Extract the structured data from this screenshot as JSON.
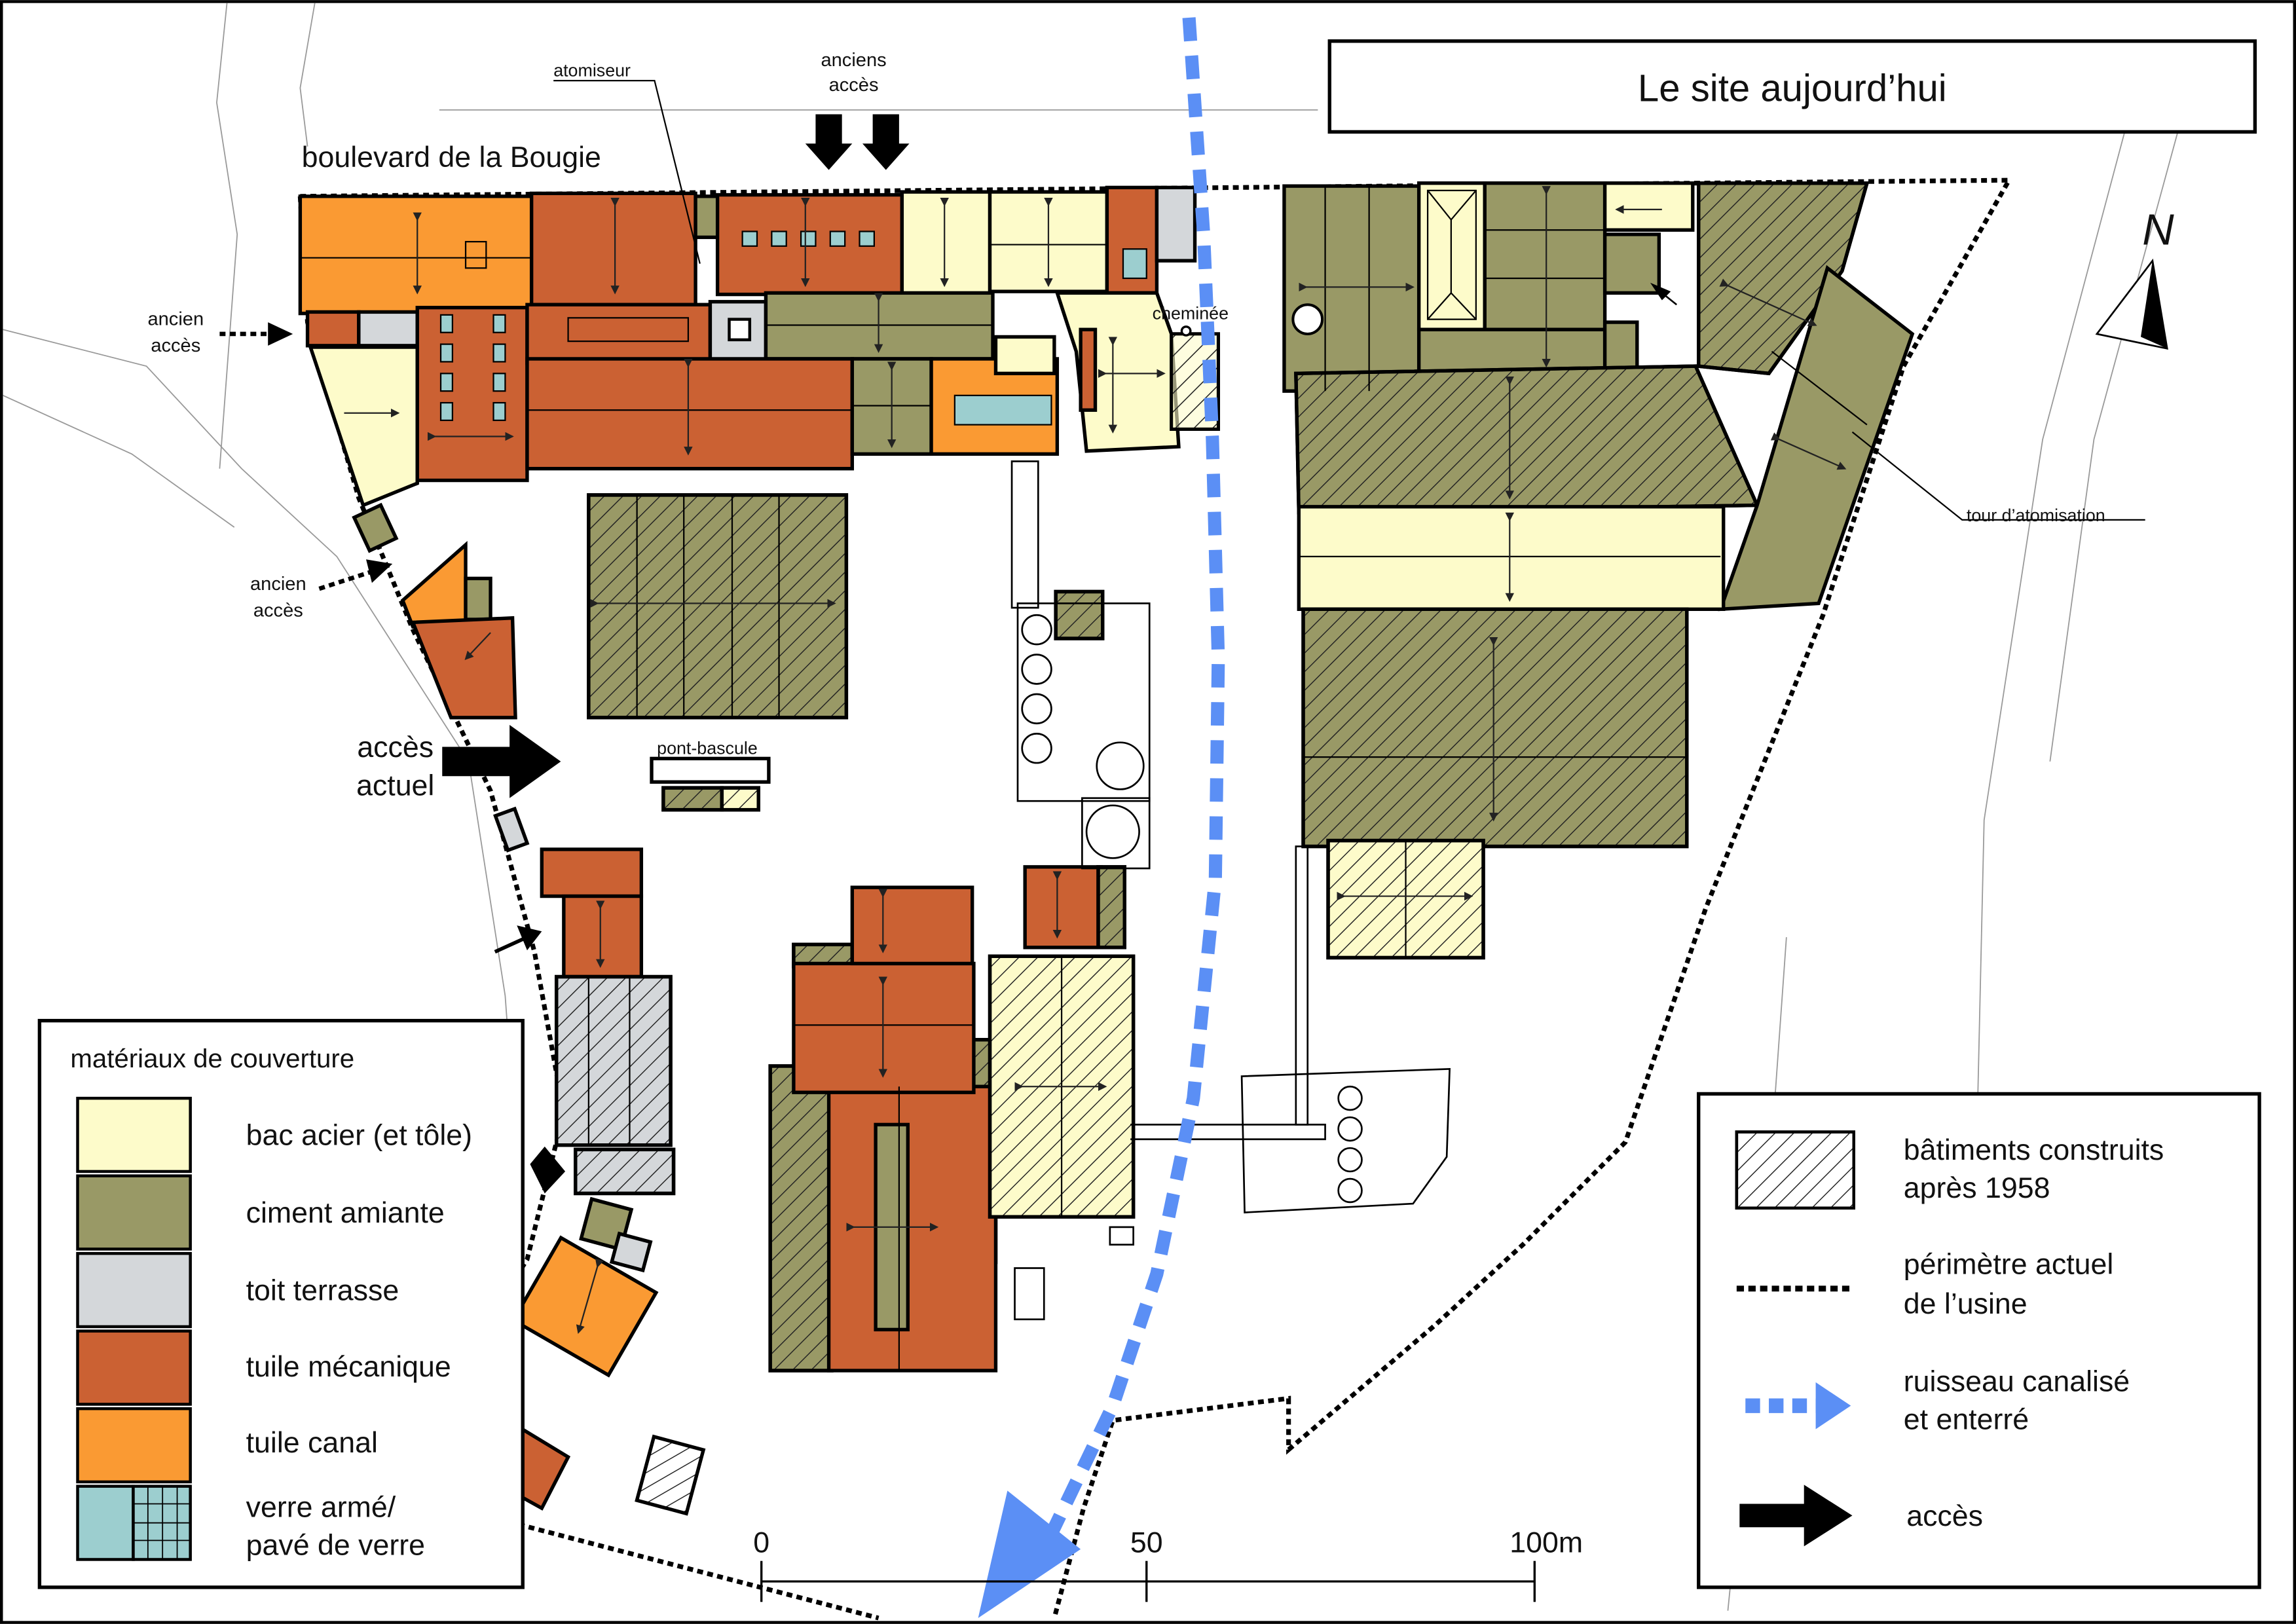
{
  "title": "Le site aujourd’hui",
  "north": "N",
  "labels": {
    "boulevard": "boulevard de la Bougie",
    "atomiseur": "atomiseur",
    "anciens_acces_1": "anciens",
    "anciens_acces_2": "accès",
    "ancien_acces_w1": "ancien",
    "ancien_acces_w2": "accès",
    "ancien_acces_sw1": "ancien",
    "ancien_acces_sw2": "accès",
    "acces_actuel_1": "accès",
    "acces_actuel_2": "actuel",
    "cheminee": "cheminée",
    "pont_bascule": "pont-bascule",
    "tour_atomisation": "tour d’atomisation"
  },
  "legend_materials": {
    "title": "matériaux de couverture",
    "items": [
      {
        "label": "bac acier (et tôle)",
        "color": "#fdfbca"
      },
      {
        "label": "ciment amiante",
        "color": "#999966"
      },
      {
        "label": "toit terrasse",
        "color": "#d4d7da"
      },
      {
        "label": "tuile mécanique",
        "color": "#cb6133"
      },
      {
        "label": "tuile canal",
        "color": "#fa9a33"
      },
      {
        "label_1": "verre armé/",
        "label_2": "pavé de verre",
        "color": "#9ccecf"
      }
    ]
  },
  "legend_symbols": {
    "items": [
      {
        "label_1": "bâtiments construits",
        "label_2": "après 1958"
      },
      {
        "label_1": "périmètre actuel",
        "label_2": "de l’usine"
      },
      {
        "label_1": "ruisseau canalisé",
        "label_2": "et enterré",
        "color": "#5b8ff5"
      },
      {
        "label_1": "accès"
      }
    ]
  },
  "scale": {
    "ticks": [
      "0",
      "50",
      "100m"
    ]
  }
}
